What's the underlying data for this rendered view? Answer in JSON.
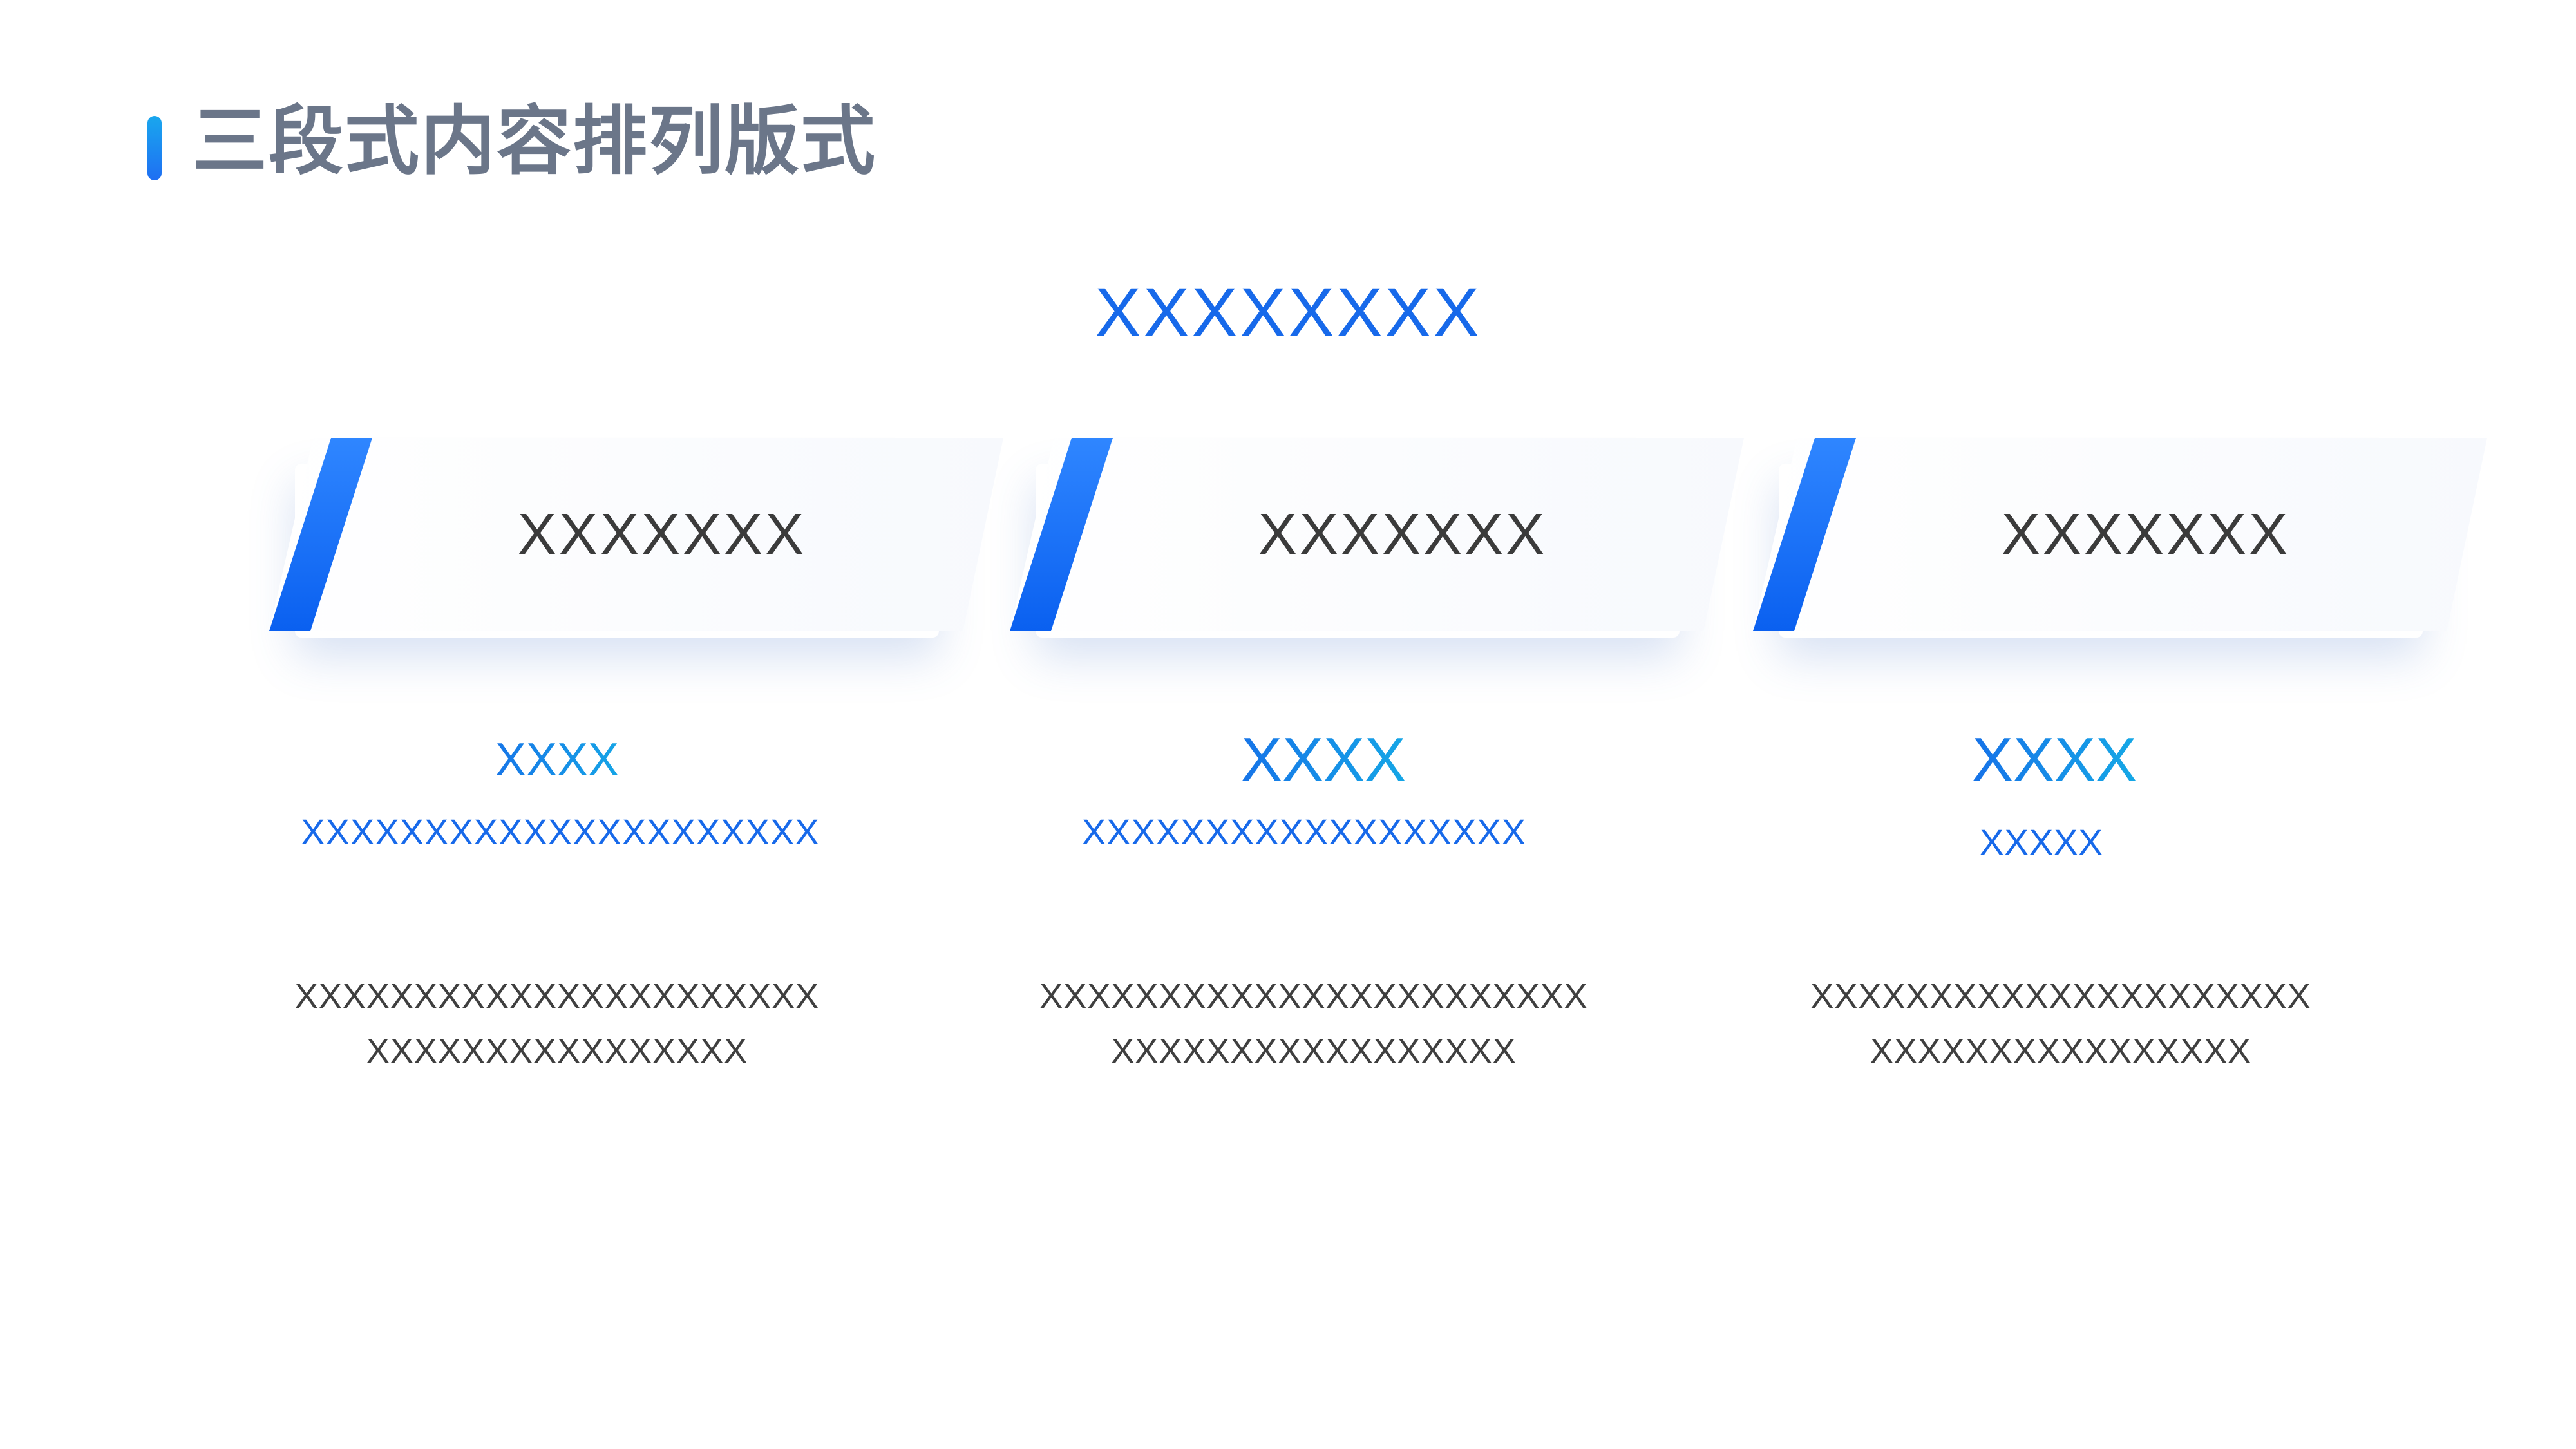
{
  "header": {
    "title": "三段式内容排列版式"
  },
  "main": {
    "heading": "XXXXXXXX"
  },
  "columns": [
    {
      "card_label": "XXXXXXX",
      "sub_title": "XXXX",
      "sub_line": "XXXXXXXXXXXXXXXXXXXXX",
      "body_line_1": "XXXXXXXXXXXXXXXXXXXXXX",
      "body_line_2": "XXXXXXXXXXXXXXXX"
    },
    {
      "card_label": "XXXXXXX",
      "sub_title": "XXXX",
      "sub_line": "XXXXXXXXXXXXXXXXXX",
      "body_line_1": "XXXXXXXXXXXXXXXXXXXXXXX",
      "body_line_2": "XXXXXXXXXXXXXXXXX"
    },
    {
      "card_label": "XXXXXXX",
      "sub_title": "XXXX",
      "sub_line": "XXXXX",
      "body_line_1": "XXXXXXXXXXXXXXXXXXXXX",
      "body_line_2": "XXXXXXXXXXXXXXXX"
    }
  ],
  "colors": {
    "accent": "#1769ea",
    "title_gray": "#6b7689",
    "body_text": "#3f3f3f"
  }
}
